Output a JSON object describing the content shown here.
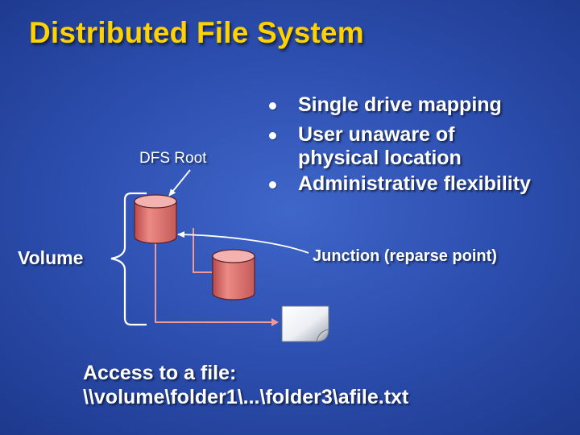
{
  "title": "Distributed File System",
  "bullets": [
    {
      "lines": [
        "Single drive mapping"
      ]
    },
    {
      "lines": [
        "User unaware of",
        "physical location"
      ]
    },
    {
      "lines": [
        "Administrative flexibility"
      ]
    }
  ],
  "labels": {
    "dfs_root": "DFS Root",
    "volume": "Volume",
    "junction": "Junction (reparse point)"
  },
  "access": {
    "line1": "Access to a file:",
    "line2": "\\\\volume\\folder1\\...\\folder3\\afile.txt"
  },
  "colors": {
    "title": "#ffd200",
    "background": "#2d4fb0",
    "cylinder_body": "#e27876",
    "cylinder_top": "#f4b4b1"
  },
  "icons": [
    "database-cylinder-icon",
    "file-icon"
  ]
}
